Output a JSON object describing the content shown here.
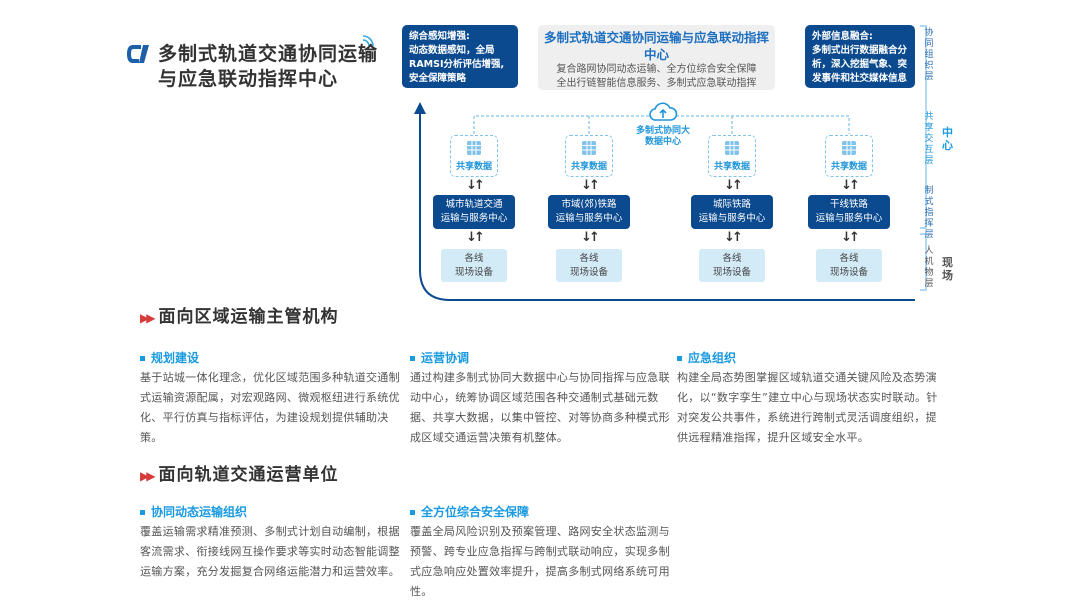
{
  "title": {
    "line1": "多制式轨道交通协同运输",
    "line2": "与应急联动指挥中心"
  },
  "diagram": {
    "left_box": {
      "heading": "综合感知增强:",
      "text": "动态数据感知，全局RAMSI分析评估增强,安全保障策略"
    },
    "center_box": {
      "heading": "多制式轨道交通协同运输与应急联动指挥中心",
      "line1": "复合路网协同动态运输、全方位综合安全保障",
      "line2": "全出行链智能信息服务、多制式应急联动指挥"
    },
    "right_box": {
      "heading": "外部信息融合:",
      "text": "多制式出行数据融合分析，深入挖掘气象、突发事件和社交媒体信息"
    },
    "cloud_label": "多制式协同大数据中心",
    "shared_label": "共享数据",
    "arrows": "↓↑",
    "centers": [
      {
        "l1": "城市轨道交通",
        "l2": "运输与服务中心"
      },
      {
        "l1": "市域(郊)铁路",
        "l2": "运输与服务中心"
      },
      {
        "l1": "城际铁路",
        "l2": "运输与服务中心"
      },
      {
        "l1": "干线铁路",
        "l2": "运输与服务中心"
      }
    ],
    "field": {
      "l1": "各线",
      "l2": "现场设备"
    },
    "layers": [
      "协同组织层",
      "共享交互层",
      "制式指挥层",
      "人机物层"
    ],
    "groups": [
      "中心",
      "现场"
    ]
  },
  "section1": {
    "heading": "面向区域运输主管机构",
    "items": [
      {
        "title": "规划建设",
        "text": "基于站城一体化理念，优化区域范围多种轨道交通制式运输资源配属，对宏观路网、微观枢纽进行系统优化、平行仿真与指标评估，为建设规划提供辅助决策。"
      },
      {
        "title": "运营协调",
        "text": "通过构建多制式协同大数据中心与协同指挥与应急联动中心，统筹协调区域范围各种交通制式基础元数据、共享大数据，以集中管控、对等协商多种模式形成区域交通运营决策有机整体。"
      },
      {
        "title": "应急组织",
        "text": "构建全局态势图掌握区域轨道交通关键风险及态势演化，以“数字孪生”建立中心与现场状态实时联动。针对突发公共事件，系统进行跨制式灵活调度组织，提供远程精准指挥，提升区域安全水平。"
      }
    ]
  },
  "section2": {
    "heading": "面向轨道交通运营单位",
    "items": [
      {
        "title": "协同动态运输组织",
        "text": "覆盖运输需求精准预测、多制式计划自动编制，根据客流需求、衔接线网互操作要求等实时动态智能调整运输方案，充分发掘复合网络运能潜力和运营效率。"
      },
      {
        "title": "全方位综合安全保障",
        "text": "覆盖全局风险识别及预案管理、路网安全状态监测与预警、跨专业应急指挥与跨制式联动响应，实现多制式应急响应处置效率提升，提高多制式网络系统可用性。"
      }
    ]
  },
  "colors": {
    "dark_blue": "#0b4a8f",
    "light_blue": "#1a9ae0",
    "red": "#d73a3a"
  }
}
